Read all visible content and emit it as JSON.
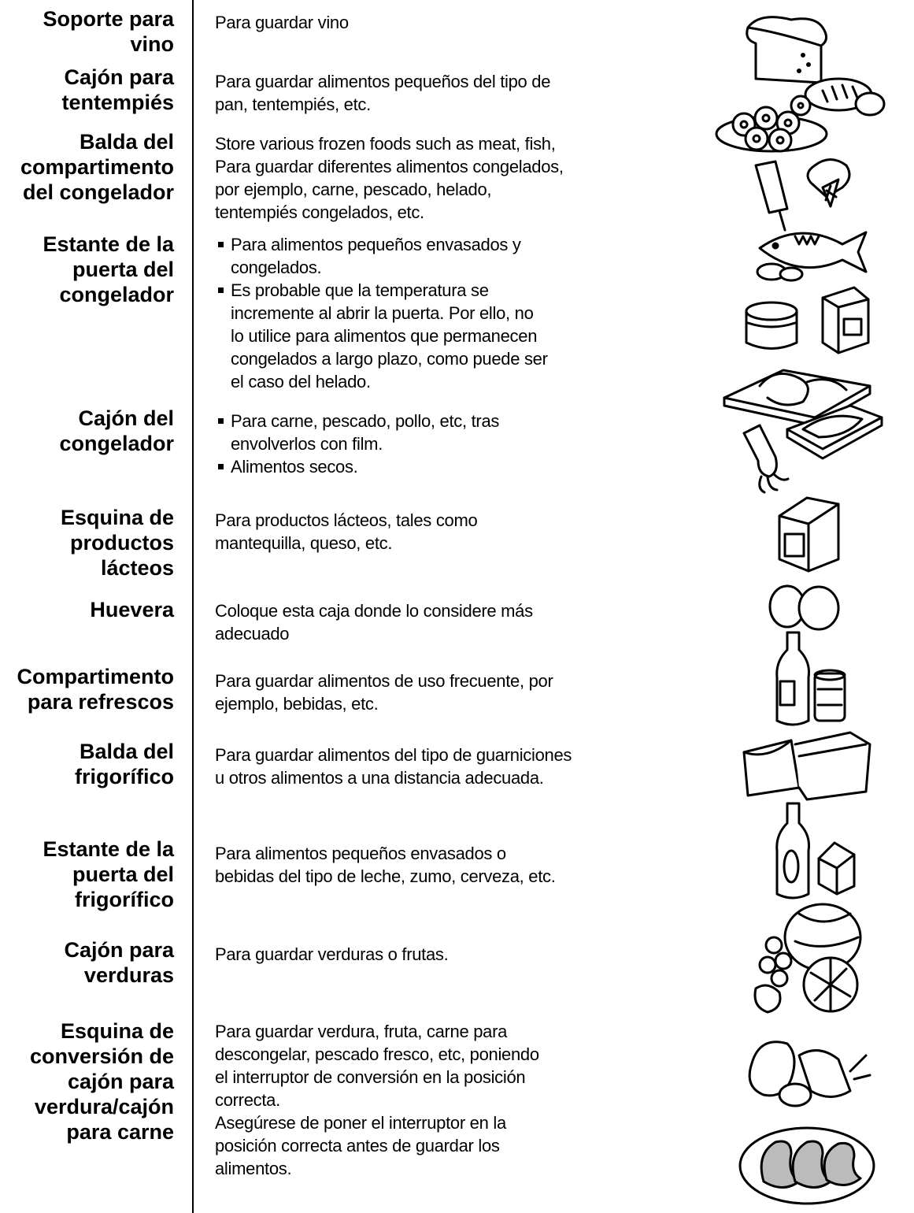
{
  "rows": [
    {
      "label": [
        "Soporte para",
        "vino"
      ],
      "desc": [
        "Para guardar vino"
      ]
    },
    {
      "label": [
        "Cajón para",
        "tentempiés"
      ],
      "desc": [
        "Para guardar alimentos pequeños del tipo de",
        "pan, tentempiés, etc."
      ]
    },
    {
      "label": [
        "Balda del",
        "compartimento",
        "del congelador"
      ],
      "desc": [
        "Store various frozen foods such as meat, fish,",
        "Para guardar diferentes alimentos congelados,",
        "por ejemplo, carne, pescado, helado,",
        "tentempiés congelados, etc."
      ]
    },
    {
      "label": [
        "Estante de la",
        "puerta del",
        "congelador"
      ],
      "bullets": [
        [
          "Para alimentos pequeños envasados y",
          "congelados."
        ],
        [
          "Es probable que la temperatura se",
          "incremente al abrir la puerta. Por ello, no",
          "lo utilice para alimentos que permanecen",
          "congelados a largo plazo, como puede ser",
          "el caso del helado."
        ]
      ]
    },
    {
      "label": [
        "Cajón del",
        "congelador"
      ],
      "bullets": [
        [
          "Para carne, pescado, pollo, etc, tras",
          "envolverlos con film."
        ],
        [
          "Alimentos secos."
        ]
      ]
    },
    {
      "label": [
        "Esquina de",
        "productos",
        "lácteos"
      ],
      "desc": [
        "Para productos lácteos, tales como",
        "mantequilla, queso, etc."
      ]
    },
    {
      "label": [
        "Huevera"
      ],
      "desc": [
        "Coloque esta caja  donde lo considere más",
        "adecuado"
      ]
    },
    {
      "label": [
        "Compartimento",
        "para refrescos"
      ],
      "desc": [
        "Para guardar alimentos de uso frecuente, por",
        "ejemplo, bebidas, etc."
      ]
    },
    {
      "label": [
        "Balda del",
        "frigorífico"
      ],
      "desc": [
        "Para guardar alimentos del tipo de guarniciones",
        "u otros alimentos a una distancia adecuada."
      ]
    },
    {
      "label": [
        "Estante de la",
        "puerta del",
        "frigorífico"
      ],
      "desc": [
        "Para alimentos pequeños envasados o",
        "bebidas del tipo de leche, zumo, cerveza, etc."
      ]
    },
    {
      "label": [
        "Cajón para",
        "verduras"
      ],
      "desc": [
        "Para guardar verduras o frutas."
      ]
    },
    {
      "label": [
        "Esquina de",
        "conversión de",
        "cajón para",
        "verdura/cajón",
        "para carne"
      ],
      "desc": [
        "Para guardar verdura, fruta, carne para",
        "descongelar, pescado fresco, etc, poniendo",
        "el interruptor de conversión en la posición",
        "correcta.",
        "Asegúrese de poner el interruptor en la",
        "posición correcta antes de guardar los",
        "alimentos."
      ]
    }
  ],
  "illustrations": [
    "bread-icon",
    "donuts-icon",
    "ice-cream-icon",
    "fish-icon",
    "can-icon",
    "box-icon",
    "frozen-chicken-tray-icon",
    "squid-icon",
    "fish-tray-icon",
    "butter-box-icon",
    "eggs-icon",
    "bottle-icon",
    "small-can-icon",
    "food-containers-icon",
    "bottle-icon",
    "milk-carton-icon",
    "fruit-basket-icon",
    "vegetables-icon",
    "meat-plate-icon"
  ]
}
